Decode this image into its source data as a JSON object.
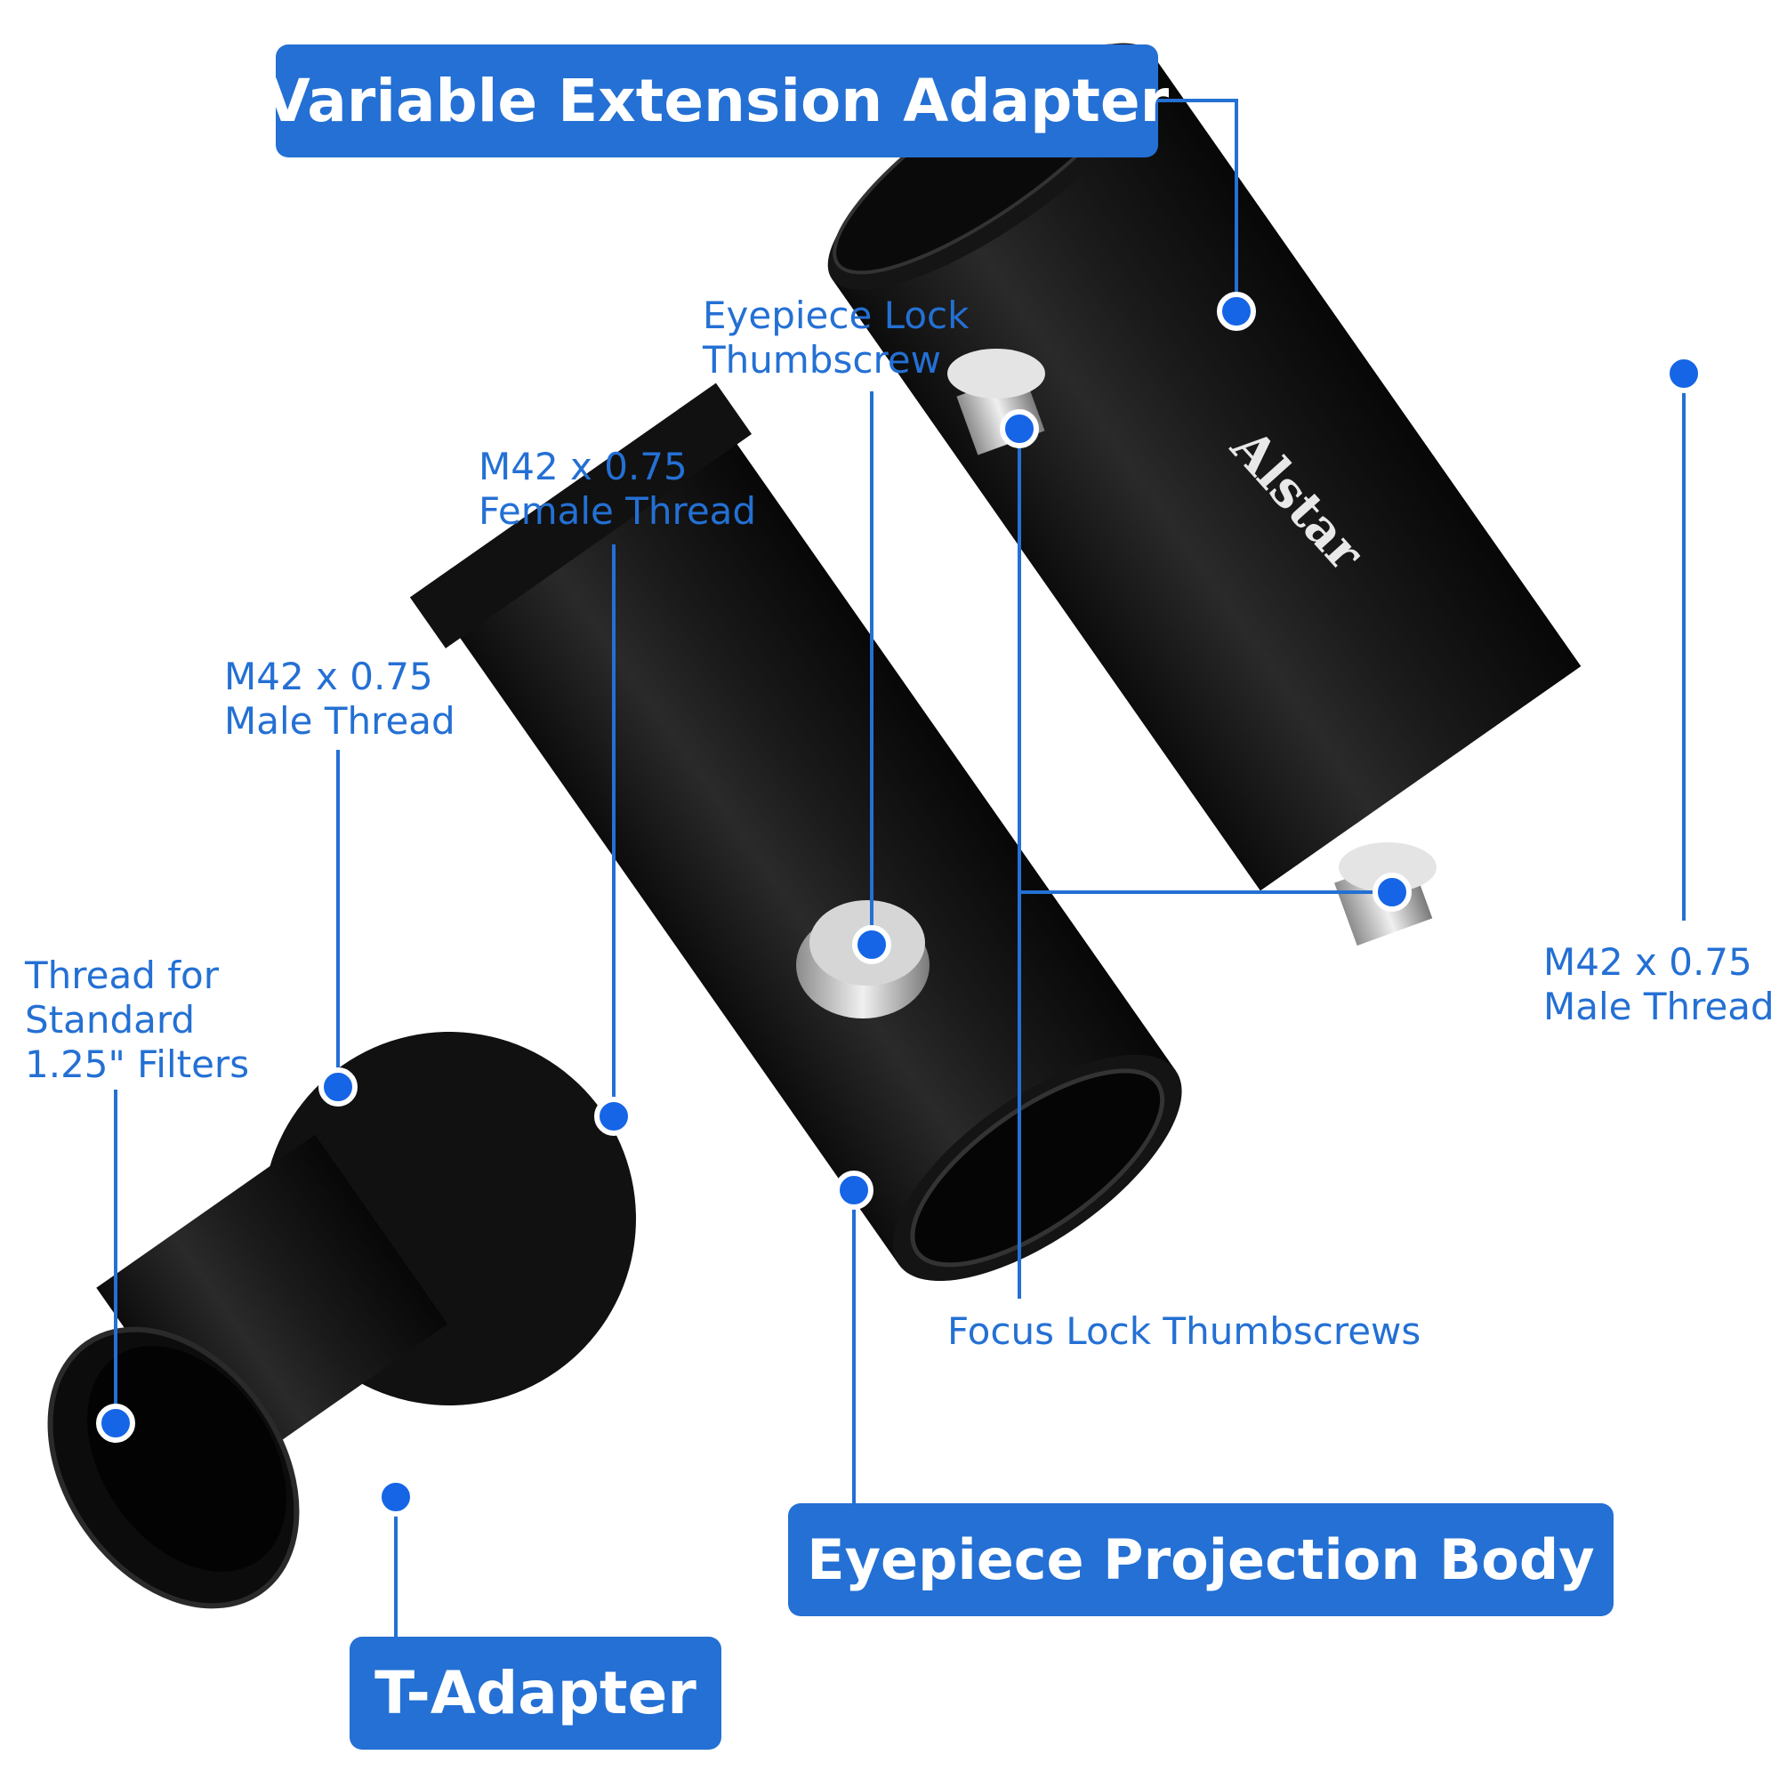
{
  "banners": {
    "variable_extension": "Variable Extension Adapter",
    "eyepiece_projection": "Eyepiece Projection Body",
    "t_adapter": "T-Adapter"
  },
  "labels": {
    "eyepiece_lock": "Eyepiece Lock\nThumbscrew",
    "female_thread": "M42 x 0.75\nFemale Thread",
    "male_thread_left": "M42 x 0.75\nMale Thread",
    "filter_thread": "Thread for\nStandard\n1.25\" Filters",
    "male_thread_right": "M42 x 0.75\nMale Thread",
    "focus_lock": "Focus Lock Thumbscrews"
  },
  "brand": "Alstar",
  "colors": {
    "accent": "#2470d4",
    "marker": "#1565e6",
    "metal": "#1b1b1b"
  }
}
